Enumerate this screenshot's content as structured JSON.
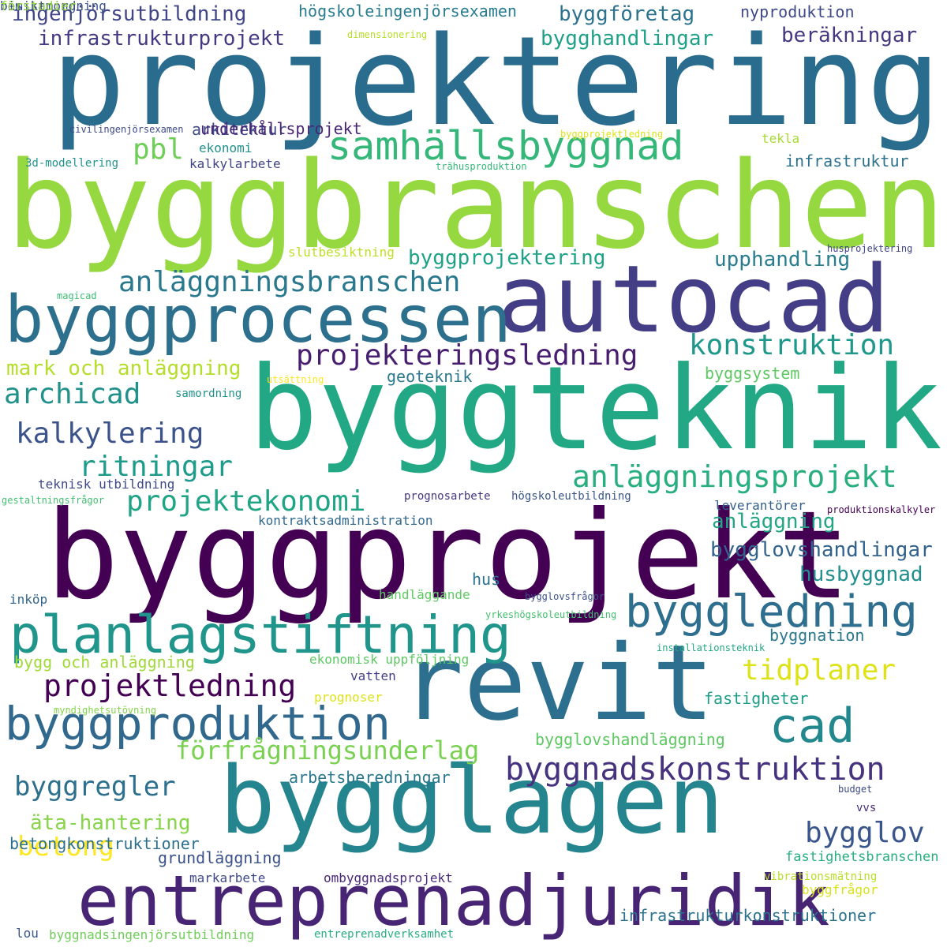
{
  "words": [
    {
      "text": "projektering",
      "color": "#2a6c8e"
    },
    {
      "text": "byggbranschen",
      "color": "#95d840"
    },
    {
      "text": "autocad",
      "color": "#433e85"
    },
    {
      "text": "byggprocessen",
      "color": "#2d708e"
    },
    {
      "text": "byggteknik",
      "color": "#22a884"
    },
    {
      "text": "byggprojekt",
      "color": "#440154"
    },
    {
      "text": "revit",
      "color": "#2c6f8e"
    },
    {
      "text": "bygglagen",
      "color": "#25858e"
    },
    {
      "text": "entreprenadjuridik",
      "color": "#482475"
    },
    {
      "text": "samhällsbyggnad",
      "color": "#35b779"
    },
    {
      "text": "anläggningsbranschen",
      "color": "#2a788e"
    },
    {
      "text": "planlagstiftning",
      "color": "#1f958b"
    },
    {
      "text": "byggproduktion",
      "color": "#31688e"
    },
    {
      "text": "byggledning",
      "color": "#2e6e8e"
    },
    {
      "text": "byggnadskonstruktion",
      "color": "#46327e"
    },
    {
      "text": "cad",
      "color": "#23888e"
    },
    {
      "text": "projekteringsledning",
      "color": "#481f70"
    },
    {
      "text": "konstruktion",
      "color": "#1f988b"
    },
    {
      "text": "anläggningsprojekt",
      "color": "#29af7f"
    },
    {
      "text": "projektekonomi",
      "color": "#20a486"
    },
    {
      "text": "projektledning",
      "color": "#440154"
    },
    {
      "text": "kalkylering",
      "color": "#3b528b"
    },
    {
      "text": "ritningar",
      "color": "#1e9b8a"
    },
    {
      "text": "archicad",
      "color": "#21918c"
    },
    {
      "text": "tidplaner",
      "color": "#dde318"
    },
    {
      "text": "förfrågningsunderlag",
      "color": "#7ad151"
    },
    {
      "text": "byggregler",
      "color": "#2d708e"
    },
    {
      "text": "bygglov",
      "color": "#39558c"
    },
    {
      "text": "betong",
      "color": "#fde725"
    },
    {
      "text": "äta-hantering",
      "color": "#86d549"
    },
    {
      "text": "pbl",
      "color": "#6ece58"
    },
    {
      "text": "upphandling",
      "color": "#287d8e"
    },
    {
      "text": "byggprojektering",
      "color": "#1fa187"
    },
    {
      "text": "ingenjörsutbildning",
      "color": "#404688"
    },
    {
      "text": "infrastrukturprojekt",
      "color": "#443a83"
    },
    {
      "text": "byggföretag",
      "color": "#2c728e"
    },
    {
      "text": "bygghandlingar",
      "color": "#1fa188"
    },
    {
      "text": "beräkningar",
      "color": "#453781"
    },
    {
      "text": "högskoleingenjörsexamen",
      "color": "#287c8e"
    },
    {
      "text": "nyproduktion",
      "color": "#3e4989"
    },
    {
      "text": "anläggning",
      "color": "#21a585"
    },
    {
      "text": "bygglovshandlingar",
      "color": "#33638d"
    },
    {
      "text": "husbyggnad",
      "color": "#218f8d"
    },
    {
      "text": "mark och anläggning",
      "color": "#b5de2b"
    },
    {
      "text": "byggnation",
      "color": "#2a788e"
    },
    {
      "text": "fastigheter",
      "color": "#1f9e89"
    },
    {
      "text": "bygglovshandläggning",
      "color": "#5ec962"
    },
    {
      "text": "arbetsberedningar",
      "color": "#2a788e"
    },
    {
      "text": "fastighetsbranschen",
      "color": "#29af7f"
    },
    {
      "text": "grundläggning",
      "color": "#3b528b"
    },
    {
      "text": "infrastrukturkonstruktioner",
      "color": "#2c728e"
    },
    {
      "text": "byggnadsingenjörsutbildning",
      "color": "#6ece58"
    },
    {
      "text": "geoteknik",
      "color": "#2a788e"
    },
    {
      "text": "byggsystem",
      "color": "#5ec962"
    },
    {
      "text": "bygg och anläggning",
      "color": "#a0da39"
    },
    {
      "text": "betongkonstruktioner",
      "color": "#2d708e"
    },
    {
      "text": "infrastruktur",
      "color": "#2c728e"
    },
    {
      "text": "arkitektur",
      "color": "#3e4a89"
    },
    {
      "text": "kalkylarbete",
      "color": "#414487"
    },
    {
      "text": "ekonomi",
      "color": "#21918c"
    },
    {
      "text": "tekla",
      "color": "#a8db34"
    },
    {
      "text": "byggfrågor",
      "color": "#d8e219"
    },
    {
      "text": "vibrationsmätning",
      "color": "#b8de29"
    },
    {
      "text": "vvs",
      "color": "#472c7a"
    },
    {
      "text": "budget",
      "color": "#3e4a89"
    },
    {
      "text": "leverantörer",
      "color": "#355f8d"
    },
    {
      "text": "ombyggnadsprojekt",
      "color": "#482878"
    },
    {
      "text": "markarbete",
      "color": "#3f4788"
    },
    {
      "text": "lou",
      "color": "#39568c"
    },
    {
      "text": "entreprenadverksamhet",
      "color": "#29af7f"
    },
    {
      "text": "prognoser",
      "color": "#dde318"
    },
    {
      "text": "vatten",
      "color": "#433e85"
    },
    {
      "text": "ekonomisk uppföljning",
      "color": "#5ec962"
    },
    {
      "text": "handläggande",
      "color": "#5ec962"
    },
    {
      "text": "hus",
      "color": "#2c728e"
    },
    {
      "text": "inköp",
      "color": "#32648e"
    },
    {
      "text": "bygglovsfrågor",
      "color": "#3b528b"
    },
    {
      "text": "yrkeshögskoleutbildning",
      "color": "#44bf70"
    },
    {
      "text": "installationsteknik",
      "color": "#22a884"
    },
    {
      "text": "kontraktsadministration",
      "color": "#31688e"
    },
    {
      "text": "prognosarbete",
      "color": "#453781"
    },
    {
      "text": "högskoleutbildning",
      "color": "#39568c"
    },
    {
      "text": "produktionskalkyler",
      "color": "#440154"
    },
    {
      "text": "teknisk utbildning",
      "color": "#3e4a89"
    },
    {
      "text": "gestaltningsfrågor",
      "color": "#44bf70"
    },
    {
      "text": "byggprojektledning",
      "color": "#dde318"
    },
    {
      "text": "civilingenjörsexamen",
      "color": "#3e4a89"
    },
    {
      "text": "3d-modellering",
      "color": "#21918c"
    },
    {
      "text": "trähusproduktion",
      "color": "#35b779"
    },
    {
      "text": "husprojektering",
      "color": "#414487"
    },
    {
      "text": "magicad",
      "color": "#3dbc74"
    },
    {
      "text": "slutbesiktning",
      "color": "#bddf26"
    },
    {
      "text": "utsättning",
      "color": "#fde725"
    },
    {
      "text": "samordning",
      "color": "#21918c"
    },
    {
      "text": "dimensionering",
      "color": "#b5de2b"
    },
    {
      "text": "myndighetsutövning",
      "color": "#84d44b"
    },
    {
      "text": "underhållsprojekt",
      "color": "#482575"
    },
    {
      "text": "besiktning",
      "color": "#3e4a89"
    },
    {
      "text": "bim-samordning",
      "color": "#3b528b"
    },
    {
      "text": "förstudier",
      "color": "#95d840"
    }
  ]
}
